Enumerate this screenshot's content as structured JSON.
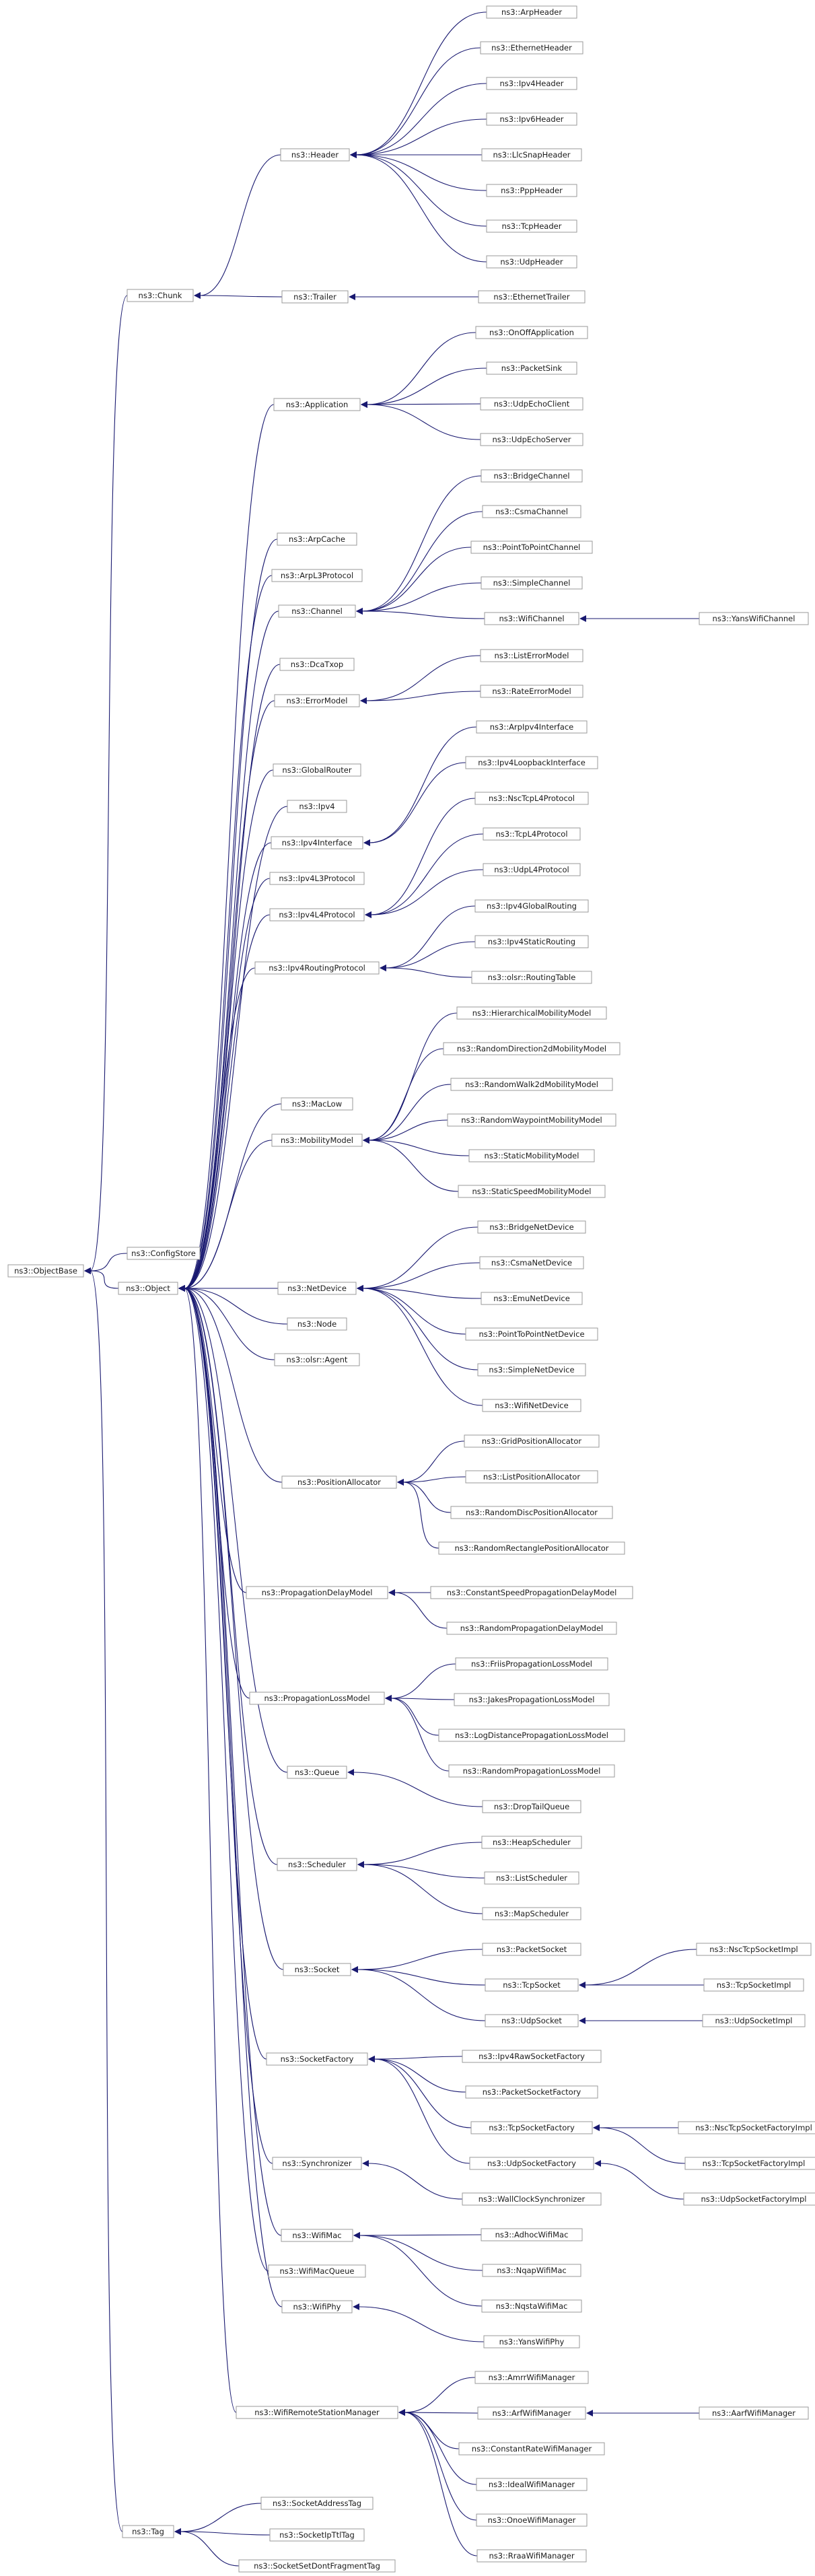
{
  "colors": {
    "edge": "#191970",
    "node_border": "#9a9a9a",
    "node_fill": "#ffffff",
    "text": "#1a1a1a"
  },
  "nodes": {
    "ObjectBase": "ns3::ObjectBase",
    "Chunk": "ns3::Chunk",
    "ConfigStore": "ns3::ConfigStore",
    "Object": "ns3::Object",
    "Tag": "ns3::Tag",
    "Header": "ns3::Header",
    "Trailer": "ns3::Trailer",
    "ArpHeader": "ns3::ArpHeader",
    "EthernetHeader": "ns3::EthernetHeader",
    "Ipv4Header": "ns3::Ipv4Header",
    "Ipv6Header": "ns3::Ipv6Header",
    "LlcSnapHeader": "ns3::LlcSnapHeader",
    "PppHeader": "ns3::PppHeader",
    "TcpHeader": "ns3::TcpHeader",
    "UdpHeader": "ns3::UdpHeader",
    "EthernetTrailer": "ns3::EthernetTrailer",
    "Application": "ns3::Application",
    "OnOffApplication": "ns3::OnOffApplication",
    "PacketSink": "ns3::PacketSink",
    "UdpEchoClient": "ns3::UdpEchoClient",
    "UdpEchoServer": "ns3::UdpEchoServer",
    "ArpCache": "ns3::ArpCache",
    "ArpL3Protocol": "ns3::ArpL3Protocol",
    "Channel": "ns3::Channel",
    "BridgeChannel": "ns3::BridgeChannel",
    "CsmaChannel": "ns3::CsmaChannel",
    "PointToPointChannel": "ns3::PointToPointChannel",
    "SimpleChannel": "ns3::SimpleChannel",
    "WifiChannel": "ns3::WifiChannel",
    "YansWifiChannel": "ns3::YansWifiChannel",
    "DcaTxop": "ns3::DcaTxop",
    "ErrorModel": "ns3::ErrorModel",
    "ListErrorModel": "ns3::ListErrorModel",
    "RateErrorModel": "ns3::RateErrorModel",
    "GlobalRouter": "ns3::GlobalRouter",
    "Ipv4": "ns3::Ipv4",
    "Ipv4Interface": "ns3::Ipv4Interface",
    "ArpIpv4Interface": "ns3::ArpIpv4Interface",
    "Ipv4LoopbackInterface": "ns3::Ipv4LoopbackInterface",
    "Ipv4L3Protocol": "ns3::Ipv4L3Protocol",
    "Ipv4L4Protocol": "ns3::Ipv4L4Protocol",
    "NscTcpL4Protocol": "ns3::NscTcpL4Protocol",
    "TcpL4Protocol": "ns3::TcpL4Protocol",
    "UdpL4Protocol": "ns3::UdpL4Protocol",
    "Ipv4RoutingProtocol": "ns3::Ipv4RoutingProtocol",
    "Ipv4GlobalRouting": "ns3::Ipv4GlobalRouting",
    "Ipv4StaticRouting": "ns3::Ipv4StaticRouting",
    "OlsrRoutingTable": "ns3::olsr::RoutingTable",
    "MacLow": "ns3::MacLow",
    "MobilityModel": "ns3::MobilityModel",
    "HierarchicalMobilityModel": "ns3::HierarchicalMobilityModel",
    "RandomDirection2dMobilityModel": "ns3::RandomDirection2dMobilityModel",
    "RandomWalk2dMobilityModel": "ns3::RandomWalk2dMobilityModel",
    "RandomWaypointMobilityModel": "ns3::RandomWaypointMobilityModel",
    "StaticMobilityModel": "ns3::StaticMobilityModel",
    "StaticSpeedMobilityModel": "ns3::StaticSpeedMobilityModel",
    "NetDevice": "ns3::NetDevice",
    "BridgeNetDevice": "ns3::BridgeNetDevice",
    "CsmaNetDevice": "ns3::CsmaNetDevice",
    "EmuNetDevice": "ns3::EmuNetDevice",
    "PointToPointNetDevice": "ns3::PointToPointNetDevice",
    "SimpleNetDevice": "ns3::SimpleNetDevice",
    "WifiNetDevice": "ns3::WifiNetDevice",
    "Node": "ns3::Node",
    "OlsrAgent": "ns3::olsr::Agent",
    "PositionAllocator": "ns3::PositionAllocator",
    "GridPositionAllocator": "ns3::GridPositionAllocator",
    "ListPositionAllocator": "ns3::ListPositionAllocator",
    "RandomDiscPositionAllocator": "ns3::RandomDiscPositionAllocator",
    "RandomRectanglePositionAllocator": "ns3::RandomRectanglePositionAllocator",
    "PropagationDelayModel": "ns3::PropagationDelayModel",
    "ConstantSpeedPropagationDelayModel": "ns3::ConstantSpeedPropagationDelayModel",
    "RandomPropagationDelayModel": "ns3::RandomPropagationDelayModel",
    "PropagationLossModel": "ns3::PropagationLossModel",
    "FriisPropagationLossModel": "ns3::FriisPropagationLossModel",
    "JakesPropagationLossModel": "ns3::JakesPropagationLossModel",
    "LogDistancePropagationLossModel": "ns3::LogDistancePropagationLossModel",
    "RandomPropagationLossModel": "ns3::RandomPropagationLossModel",
    "Queue": "ns3::Queue",
    "DropTailQueue": "ns3::DropTailQueue",
    "Scheduler": "ns3::Scheduler",
    "HeapScheduler": "ns3::HeapScheduler",
    "ListScheduler": "ns3::ListScheduler",
    "MapScheduler": "ns3::MapScheduler",
    "Socket": "ns3::Socket",
    "PacketSocket": "ns3::PacketSocket",
    "TcpSocket": "ns3::TcpSocket",
    "UdpSocket": "ns3::UdpSocket",
    "NscTcpSocketImpl": "ns3::NscTcpSocketImpl",
    "TcpSocketImpl": "ns3::TcpSocketImpl",
    "UdpSocketImpl": "ns3::UdpSocketImpl",
    "SocketFactory": "ns3::SocketFactory",
    "Ipv4RawSocketFactory": "ns3::Ipv4RawSocketFactory",
    "PacketSocketFactory": "ns3::PacketSocketFactory",
    "TcpSocketFactory": "ns3::TcpSocketFactory",
    "UdpSocketFactory": "ns3::UdpSocketFactory",
    "NscTcpSocketFactoryImpl": "ns3::NscTcpSocketFactoryImpl",
    "TcpSocketFactoryImpl": "ns3::TcpSocketFactoryImpl",
    "UdpSocketFactoryImpl": "ns3::UdpSocketFactoryImpl",
    "Synchronizer": "ns3::Synchronizer",
    "WallClockSynchronizer": "ns3::WallClockSynchronizer",
    "WifiMac": "ns3::WifiMac",
    "AdhocWifiMac": "ns3::AdhocWifiMac",
    "NqapWifiMac": "ns3::NqapWifiMac",
    "NqstaWifiMac": "ns3::NqstaWifiMac",
    "WifiMacQueue": "ns3::WifiMacQueue",
    "WifiPhy": "ns3::WifiPhy",
    "YansWifiPhy": "ns3::YansWifiPhy",
    "WifiRemoteStationManager": "ns3::WifiRemoteStationManager",
    "AmrrWifiManager": "ns3::AmrrWifiManager",
    "ArfWifiManager": "ns3::ArfWifiManager",
    "AarfWifiManager": "ns3::AarfWifiManager",
    "ConstantRateWifiManager": "ns3::ConstantRateWifiManager",
    "IdealWifiManager": "ns3::IdealWifiManager",
    "OnoeWifiManager": "ns3::OnoeWifiManager",
    "RraaWifiManager": "ns3::RraaWifiManager",
    "SocketAddressTag": "ns3::SocketAddressTag",
    "SocketIpTtlTag": "ns3::SocketIpTtlTag",
    "SocketSetDontFragmentTag": "ns3::SocketSetDontFragmentTag"
  },
  "edges": [
    [
      "ObjectBase",
      "Chunk"
    ],
    [
      "ObjectBase",
      "ConfigStore"
    ],
    [
      "ObjectBase",
      "Object"
    ],
    [
      "ObjectBase",
      "Tag"
    ],
    [
      "Chunk",
      "Header"
    ],
    [
      "Chunk",
      "Trailer"
    ],
    [
      "Header",
      "ArpHeader"
    ],
    [
      "Header",
      "EthernetHeader"
    ],
    [
      "Header",
      "Ipv4Header"
    ],
    [
      "Header",
      "Ipv6Header"
    ],
    [
      "Header",
      "LlcSnapHeader"
    ],
    [
      "Header",
      "PppHeader"
    ],
    [
      "Header",
      "TcpHeader"
    ],
    [
      "Header",
      "UdpHeader"
    ],
    [
      "Trailer",
      "EthernetTrailer"
    ],
    [
      "Object",
      "Application"
    ],
    [
      "Object",
      "ArpCache"
    ],
    [
      "Object",
      "ArpL3Protocol"
    ],
    [
      "Object",
      "Channel"
    ],
    [
      "Object",
      "DcaTxop"
    ],
    [
      "Object",
      "ErrorModel"
    ],
    [
      "Object",
      "GlobalRouter"
    ],
    [
      "Object",
      "Ipv4"
    ],
    [
      "Object",
      "Ipv4Interface"
    ],
    [
      "Object",
      "Ipv4L3Protocol"
    ],
    [
      "Object",
      "Ipv4L4Protocol"
    ],
    [
      "Object",
      "Ipv4RoutingProtocol"
    ],
    [
      "Object",
      "MacLow"
    ],
    [
      "Object",
      "MobilityModel"
    ],
    [
      "Object",
      "NetDevice"
    ],
    [
      "Object",
      "Node"
    ],
    [
      "Object",
      "OlsrAgent"
    ],
    [
      "Object",
      "PositionAllocator"
    ],
    [
      "Object",
      "PropagationDelayModel"
    ],
    [
      "Object",
      "PropagationLossModel"
    ],
    [
      "Object",
      "Queue"
    ],
    [
      "Object",
      "Scheduler"
    ],
    [
      "Object",
      "Socket"
    ],
    [
      "Object",
      "SocketFactory"
    ],
    [
      "Object",
      "Synchronizer"
    ],
    [
      "Object",
      "WifiMac"
    ],
    [
      "Object",
      "WifiMacQueue"
    ],
    [
      "Object",
      "WifiPhy"
    ],
    [
      "Object",
      "WifiRemoteStationManager"
    ],
    [
      "Application",
      "OnOffApplication"
    ],
    [
      "Application",
      "PacketSink"
    ],
    [
      "Application",
      "UdpEchoClient"
    ],
    [
      "Application",
      "UdpEchoServer"
    ],
    [
      "Channel",
      "BridgeChannel"
    ],
    [
      "Channel",
      "CsmaChannel"
    ],
    [
      "Channel",
      "PointToPointChannel"
    ],
    [
      "Channel",
      "SimpleChannel"
    ],
    [
      "Channel",
      "WifiChannel"
    ],
    [
      "WifiChannel",
      "YansWifiChannel"
    ],
    [
      "ErrorModel",
      "ListErrorModel"
    ],
    [
      "ErrorModel",
      "RateErrorModel"
    ],
    [
      "Ipv4Interface",
      "ArpIpv4Interface"
    ],
    [
      "Ipv4Interface",
      "Ipv4LoopbackInterface"
    ],
    [
      "Ipv4L4Protocol",
      "NscTcpL4Protocol"
    ],
    [
      "Ipv4L4Protocol",
      "TcpL4Protocol"
    ],
    [
      "Ipv4L4Protocol",
      "UdpL4Protocol"
    ],
    [
      "Ipv4RoutingProtocol",
      "Ipv4GlobalRouting"
    ],
    [
      "Ipv4RoutingProtocol",
      "Ipv4StaticRouting"
    ],
    [
      "Ipv4RoutingProtocol",
      "OlsrRoutingTable"
    ],
    [
      "MobilityModel",
      "HierarchicalMobilityModel"
    ],
    [
      "MobilityModel",
      "RandomDirection2dMobilityModel"
    ],
    [
      "MobilityModel",
      "RandomWalk2dMobilityModel"
    ],
    [
      "MobilityModel",
      "RandomWaypointMobilityModel"
    ],
    [
      "MobilityModel",
      "StaticMobilityModel"
    ],
    [
      "MobilityModel",
      "StaticSpeedMobilityModel"
    ],
    [
      "NetDevice",
      "BridgeNetDevice"
    ],
    [
      "NetDevice",
      "CsmaNetDevice"
    ],
    [
      "NetDevice",
      "EmuNetDevice"
    ],
    [
      "NetDevice",
      "PointToPointNetDevice"
    ],
    [
      "NetDevice",
      "SimpleNetDevice"
    ],
    [
      "NetDevice",
      "WifiNetDevice"
    ],
    [
      "PositionAllocator",
      "GridPositionAllocator"
    ],
    [
      "PositionAllocator",
      "ListPositionAllocator"
    ],
    [
      "PositionAllocator",
      "RandomDiscPositionAllocator"
    ],
    [
      "PositionAllocator",
      "RandomRectanglePositionAllocator"
    ],
    [
      "PropagationDelayModel",
      "ConstantSpeedPropagationDelayModel"
    ],
    [
      "PropagationDelayModel",
      "RandomPropagationDelayModel"
    ],
    [
      "PropagationLossModel",
      "FriisPropagationLossModel"
    ],
    [
      "PropagationLossModel",
      "JakesPropagationLossModel"
    ],
    [
      "PropagationLossModel",
      "LogDistancePropagationLossModel"
    ],
    [
      "PropagationLossModel",
      "RandomPropagationLossModel"
    ],
    [
      "Queue",
      "DropTailQueue"
    ],
    [
      "Scheduler",
      "HeapScheduler"
    ],
    [
      "Scheduler",
      "ListScheduler"
    ],
    [
      "Scheduler",
      "MapScheduler"
    ],
    [
      "Socket",
      "PacketSocket"
    ],
    [
      "Socket",
      "TcpSocket"
    ],
    [
      "Socket",
      "UdpSocket"
    ],
    [
      "TcpSocket",
      "NscTcpSocketImpl"
    ],
    [
      "TcpSocket",
      "TcpSocketImpl"
    ],
    [
      "UdpSocket",
      "UdpSocketImpl"
    ],
    [
      "SocketFactory",
      "Ipv4RawSocketFactory"
    ],
    [
      "SocketFactory",
      "PacketSocketFactory"
    ],
    [
      "SocketFactory",
      "TcpSocketFactory"
    ],
    [
      "SocketFactory",
      "UdpSocketFactory"
    ],
    [
      "TcpSocketFactory",
      "NscTcpSocketFactoryImpl"
    ],
    [
      "TcpSocketFactory",
      "TcpSocketFactoryImpl"
    ],
    [
      "UdpSocketFactory",
      "UdpSocketFactoryImpl"
    ],
    [
      "Synchronizer",
      "WallClockSynchronizer"
    ],
    [
      "WifiMac",
      "AdhocWifiMac"
    ],
    [
      "WifiMac",
      "NqapWifiMac"
    ],
    [
      "WifiMac",
      "NqstaWifiMac"
    ],
    [
      "WifiPhy",
      "YansWifiPhy"
    ],
    [
      "WifiRemoteStationManager",
      "AmrrWifiManager"
    ],
    [
      "WifiRemoteStationManager",
      "ArfWifiManager"
    ],
    [
      "WifiRemoteStationManager",
      "ConstantRateWifiManager"
    ],
    [
      "WifiRemoteStationManager",
      "IdealWifiManager"
    ],
    [
      "WifiRemoteStationManager",
      "OnoeWifiManager"
    ],
    [
      "WifiRemoteStationManager",
      "RraaWifiManager"
    ],
    [
      "ArfWifiManager",
      "AarfWifiManager"
    ],
    [
      "Tag",
      "SocketAddressTag"
    ],
    [
      "Tag",
      "SocketIpTtlTag"
    ],
    [
      "Tag",
      "SocketSetDontFragmentTag"
    ]
  ]
}
